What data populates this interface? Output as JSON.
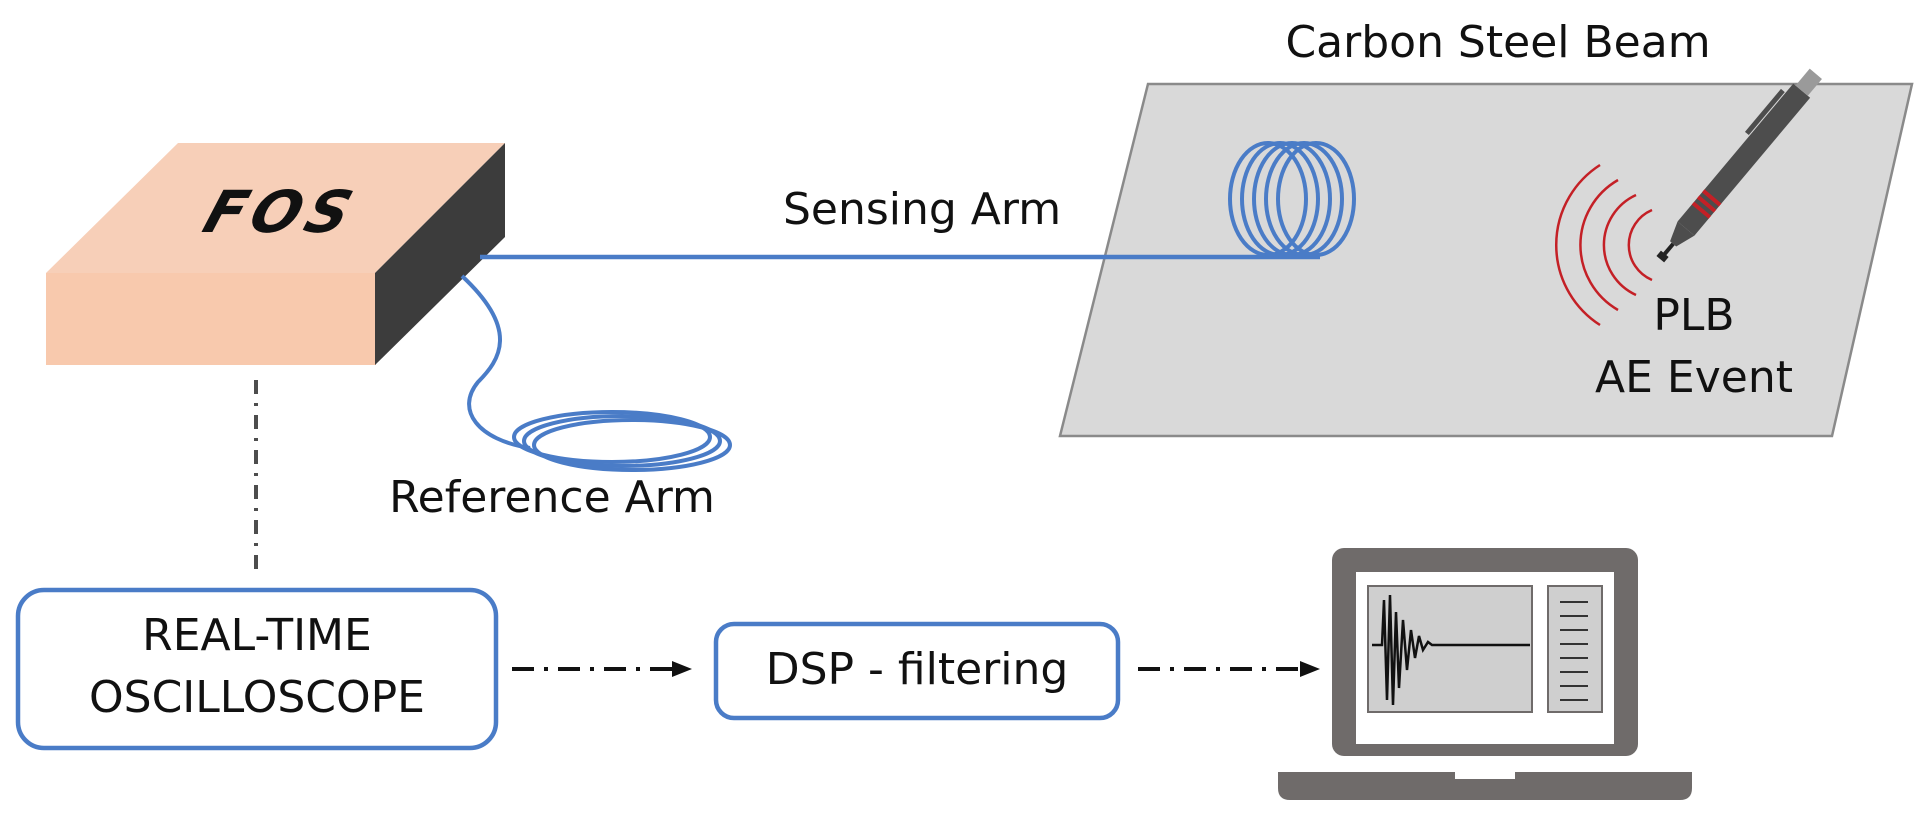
{
  "labels": {
    "beam_title": "Carbon Steel Beam",
    "fos": "FOS",
    "sensing_arm": "Sensing Arm",
    "reference_arm": "Reference Arm",
    "plb": "PLB",
    "ae_event": "AE Event",
    "oscilloscope_line1": "REAL-TIME",
    "oscilloscope_line2": "OSCILLOSCOPE",
    "dsp": "DSP - filtering"
  },
  "colors": {
    "fiber": "#4a7cc7",
    "fos_top": "#f7cfb8",
    "fos_front": "#f8c9ad",
    "fos_side": "#3c3c3c",
    "beam_fill": "#d9d9d9",
    "beam_stroke": "#8a8a8a",
    "ae_waves": "#c42026",
    "box_stroke": "#4a7cc7",
    "laptop": "#6f6b6a",
    "screen_panel": "#cfcfcf"
  },
  "icons": {
    "pencil": "pencil-lead-break-icon",
    "laptop": "laptop-icon",
    "waveform": "waveform-icon"
  }
}
